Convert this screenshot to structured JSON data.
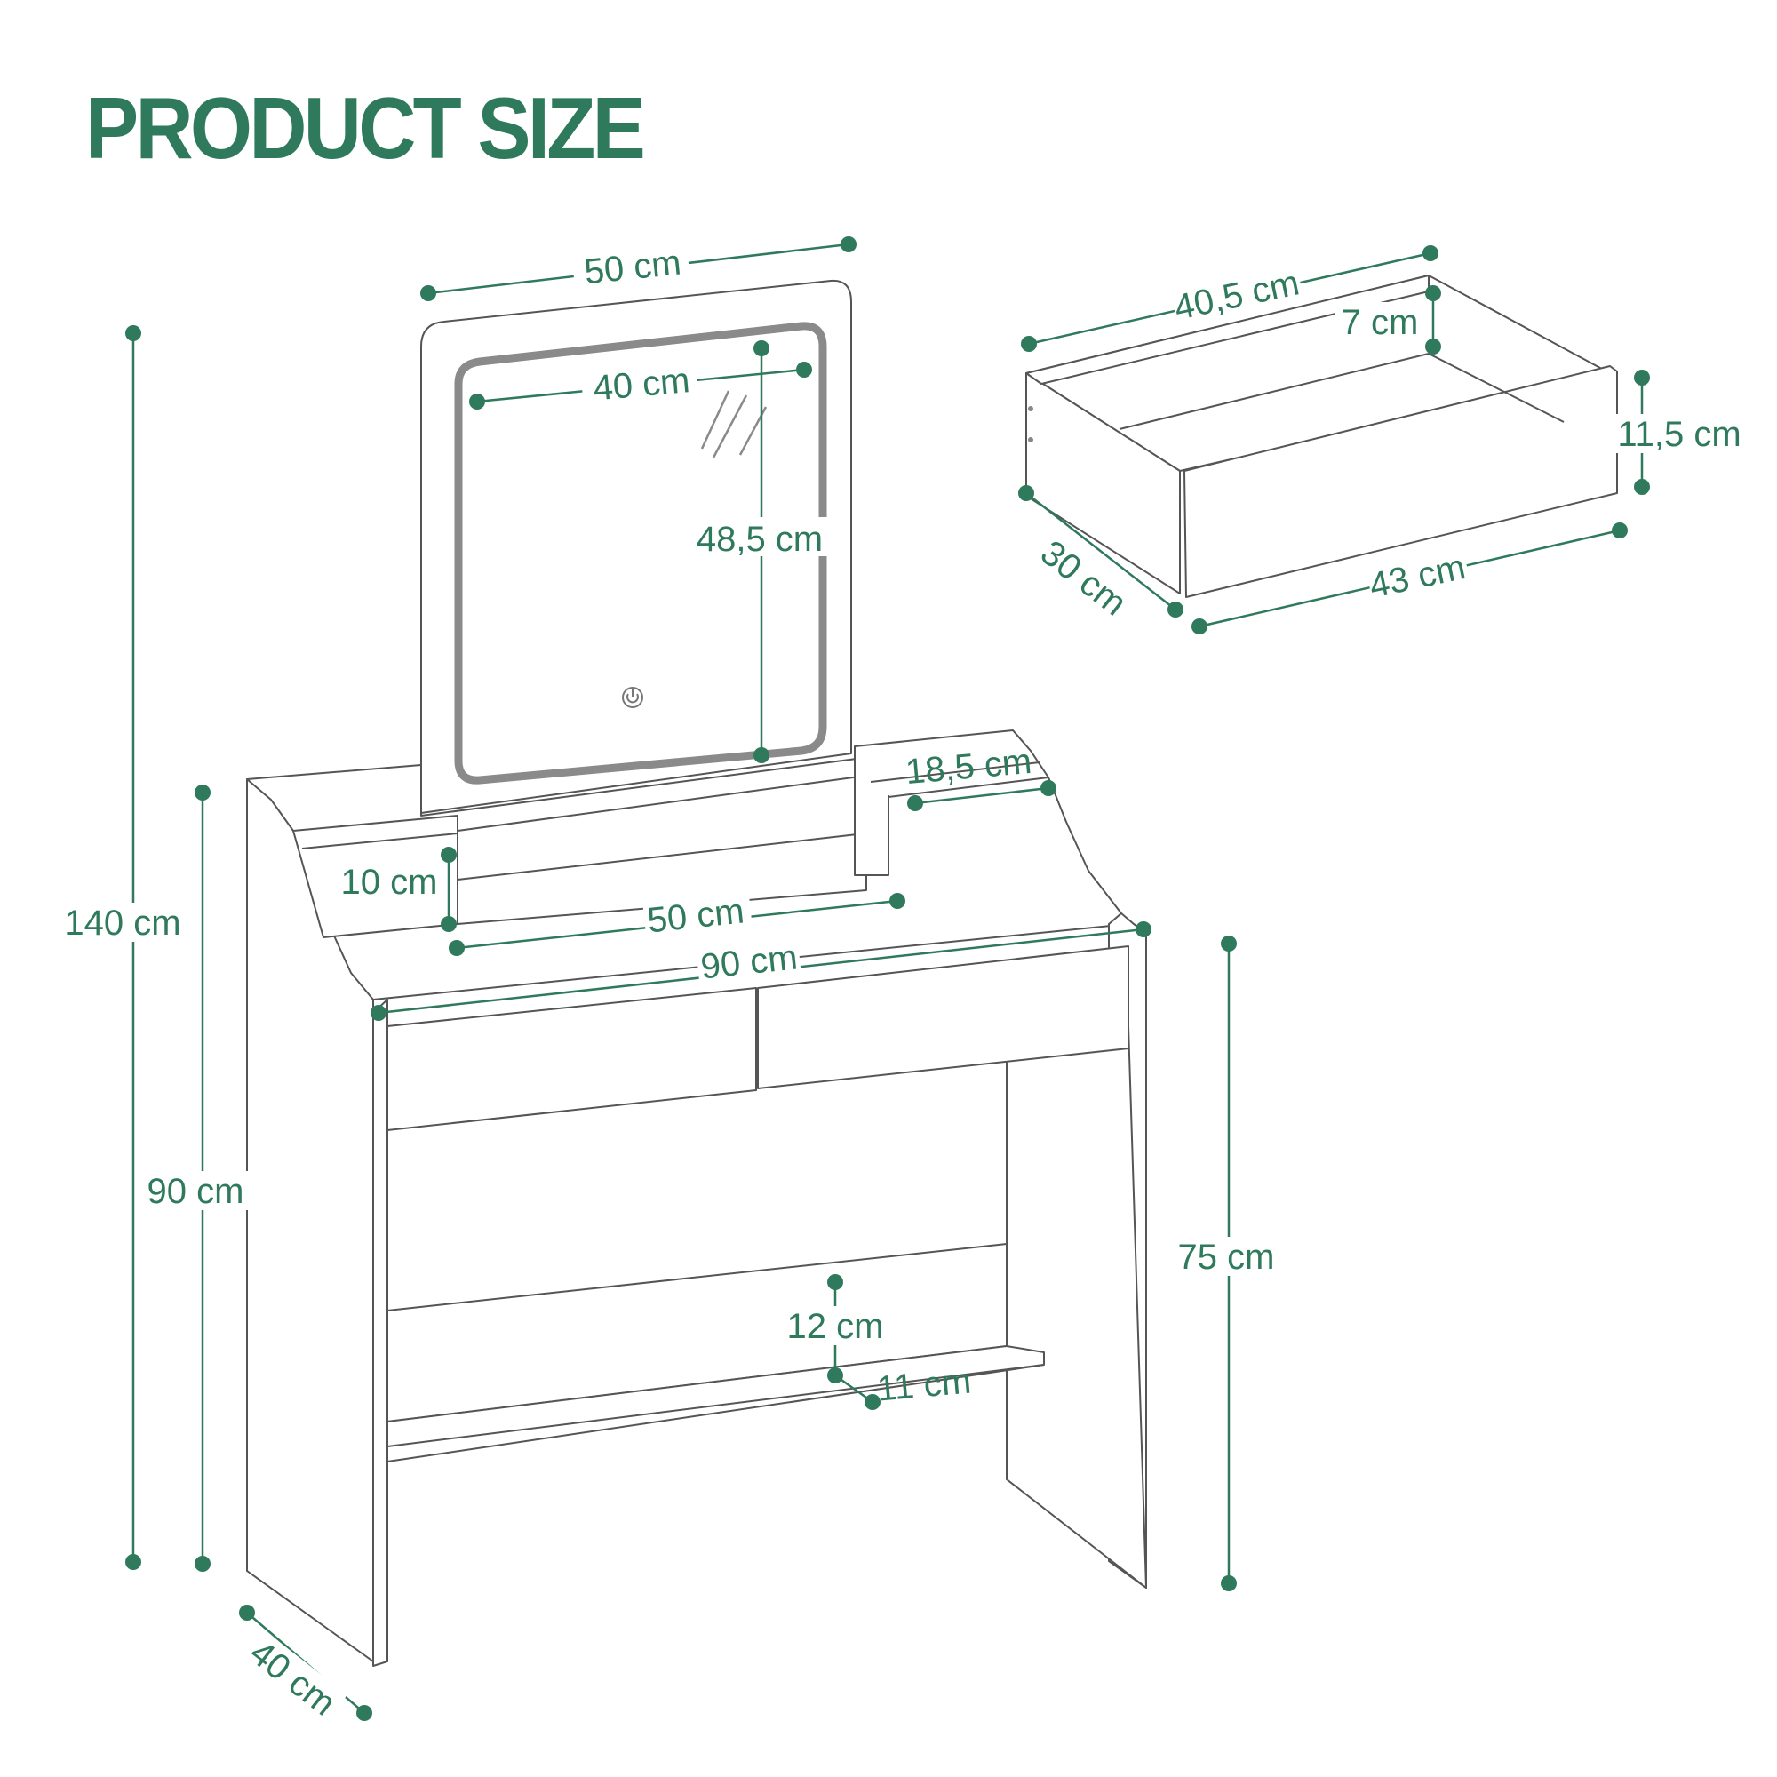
{
  "title": "PRODUCT SIZE",
  "colors": {
    "accent": "#2f7a5c",
    "outline": "#555555",
    "mirror_frame": "#8a8a8a"
  },
  "icons": {
    "mirror_switch": "power-icon"
  },
  "dimensions": {
    "mirror_outer_width": "50 cm",
    "mirror_inner_width": "40 cm",
    "mirror_height": "48,5 cm",
    "total_height": "140 cm",
    "side_height": "90 cm",
    "table_height": "75 cm",
    "depth": "40 cm",
    "table_width": "90 cm",
    "shelf_width": "50 cm",
    "shelf_height": "10 cm",
    "side_shelf_width": "18,5 cm",
    "footrest_height": "12 cm",
    "footrest_depth": "11 cm",
    "drawer_width": "40,5 cm",
    "drawer_inner_height": "7 cm",
    "drawer_front_height": "11,5 cm",
    "drawer_depth": "30 cm",
    "drawer_front_width": "43 cm"
  }
}
